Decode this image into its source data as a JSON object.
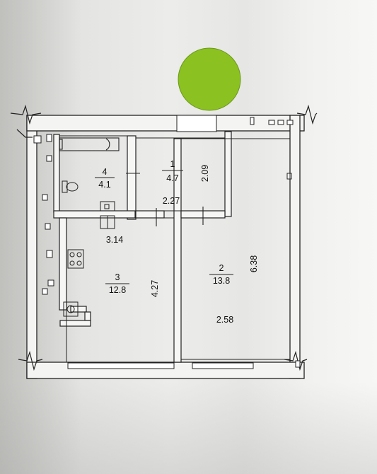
{
  "plan": {
    "marker_color": "#8bc120",
    "rooms": [
      {
        "number": "1",
        "area": "4.7"
      },
      {
        "number": "2",
        "area": "13.8"
      },
      {
        "number": "3",
        "area": "12.8"
      },
      {
        "number": "4",
        "area": "4.1"
      }
    ],
    "dimensions": [
      "2.09",
      "2.27",
      "3.14",
      "4.27",
      "6.38",
      "2.58"
    ]
  }
}
